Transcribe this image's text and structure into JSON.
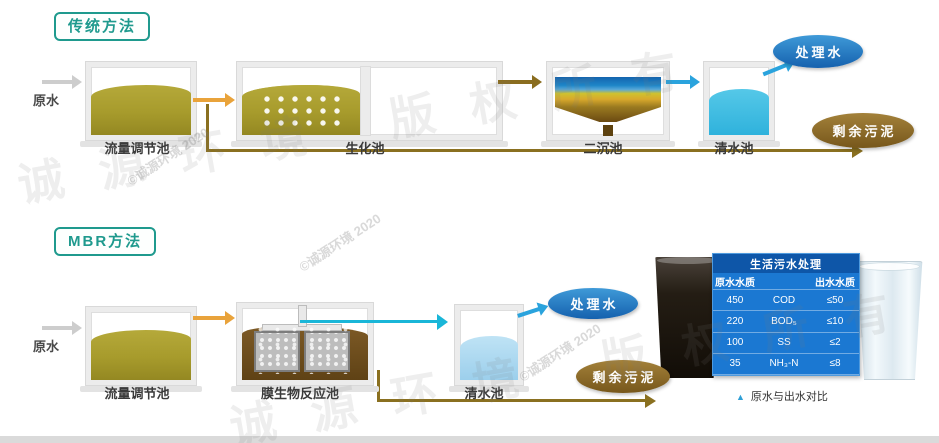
{
  "traditional": {
    "title": "传统方法",
    "source": "原水",
    "tank1": "流量调节池",
    "tank2": "生化池",
    "tank3": "二沉池",
    "tank4": "清水池",
    "treated": "处理水",
    "sludge": "剩余污泥"
  },
  "mbr": {
    "title": "MBR方法",
    "source": "原水",
    "tank1": "流量调节池",
    "tank2": "膜生物反应池",
    "tank3": "清水池",
    "treated": "处理水",
    "sludge": "剩余污泥"
  },
  "table": {
    "title": "生活污水处理",
    "col_in": "原水水质",
    "col_out": "出水水质",
    "rows": [
      {
        "in": "450",
        "param": "COD",
        "out": "≤50"
      },
      {
        "in": "220",
        "param": "BOD₅",
        "out": "≤10"
      },
      {
        "in": "100",
        "param": "SS",
        "out": "≤2"
      },
      {
        "in": "35",
        "param": "NH₃-N",
        "out": "≤8"
      }
    ],
    "caption_marker": "▲",
    "caption": "原水与出水对比"
  },
  "watermarks": {
    "brand": "诚源环境 版权所有",
    "copyright": "©诚源环境 2020"
  },
  "colors": {
    "accent-teal": "#1f9a8e",
    "table-blue": "#1b78d2",
    "treated-blue-dark": "#1561ae",
    "treated-blue-light": "#3f9ad8",
    "sludge-brown": "#77571b",
    "arrow-orange": "#e9a33b",
    "arrow-blue": "#2aa3dd",
    "arrow-cyan": "#19b6d8",
    "olive-liquid": "#a79b2c"
  }
}
